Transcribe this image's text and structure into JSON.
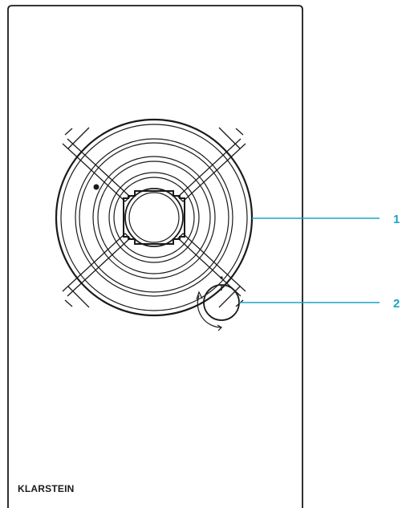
{
  "brand": "KLARSTEIN",
  "callouts": [
    {
      "number": "1",
      "target": "burner"
    },
    {
      "number": "2",
      "target": "control-knob"
    }
  ],
  "colors": {
    "outline": "#1a1a1a",
    "callout": "#1aa3c8",
    "background": "#ffffff"
  },
  "icons": {
    "burner": "gas-burner-with-grate",
    "knob": "rotary-knob",
    "rotation": "rotation-arrow"
  }
}
